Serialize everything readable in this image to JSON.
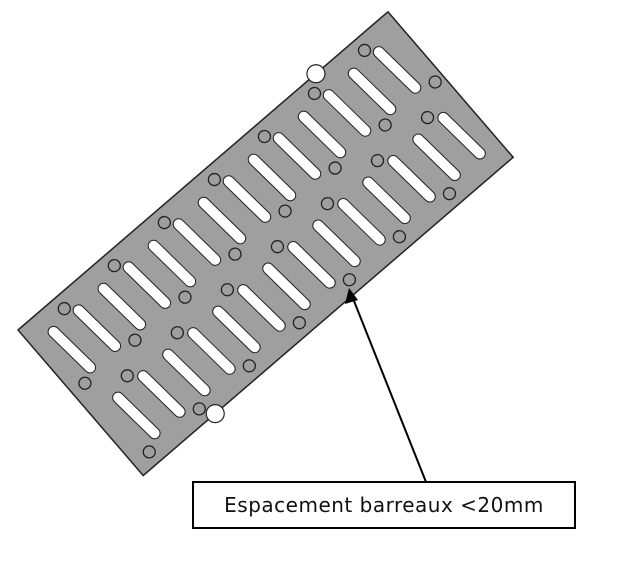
{
  "annotation": {
    "label": "Espacement barreaux <20mm"
  },
  "colors": {
    "plate": "#9f9f9f",
    "outline": "#222222",
    "slot": "#ffffff"
  },
  "grate": {
    "slot_rows": 2,
    "slots_per_row": 14
  }
}
